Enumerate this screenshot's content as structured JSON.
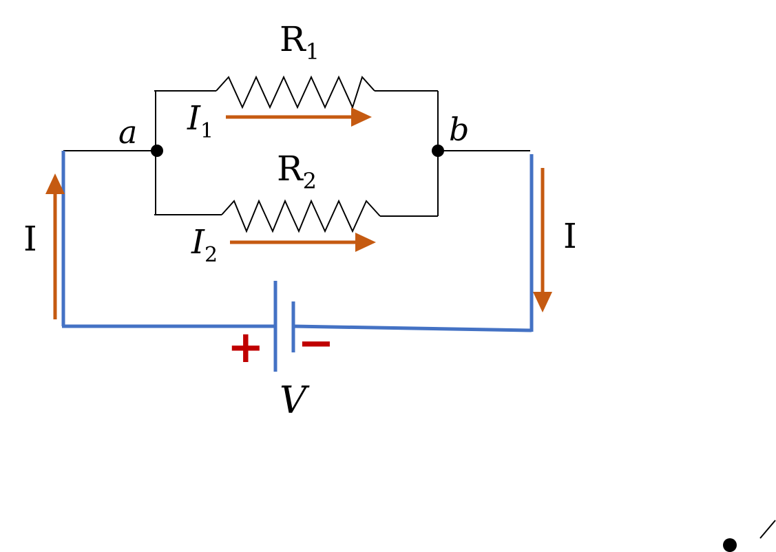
{
  "resistors": {
    "r1": {
      "base": "R",
      "sub": "1"
    },
    "r2": {
      "base": "R",
      "sub": "2"
    }
  },
  "currents": {
    "i1": {
      "base": "I",
      "sub": "1"
    },
    "i2": {
      "base": "I",
      "sub": "2"
    },
    "left": "I",
    "right": "I"
  },
  "nodes": {
    "a": "a",
    "b": "b"
  },
  "battery": {
    "plus": "+",
    "minus": "−",
    "voltage": "V"
  },
  "colors": {
    "wire_thin": "#000000",
    "wire_blue": "#4472c4",
    "arrow": "#c55a11",
    "terminal": "#c00000"
  }
}
